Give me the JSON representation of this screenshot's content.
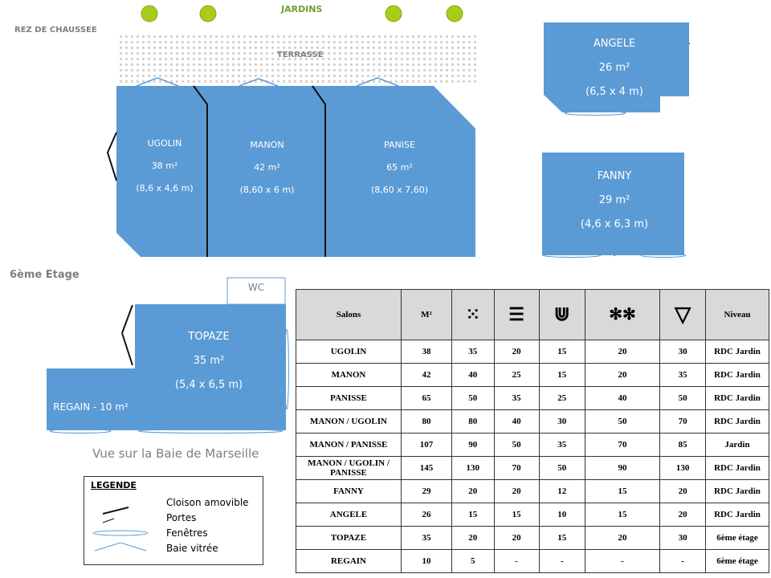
{
  "plan": {
    "ground_title": "REZ DE CHAUSSEE",
    "gardens": "JARDINS",
    "terrace": "TERRASSE",
    "floor6_title": "6ème Etage",
    "view": "Vue sur la Baie de Marseille",
    "rooms": [
      {
        "name": "UGOLIN",
        "area": "38 m²",
        "dims": "(8,6 x 4,6 m)"
      },
      {
        "name": "MANON",
        "area": "42 m²",
        "dims": "(8,60 x 6 m)"
      },
      {
        "name": "PANISE",
        "area": "65 m²",
        "dims": "(8,60 x 7,60)"
      },
      {
        "name": "ANGELE",
        "area": "26 m²",
        "dims": "(6,5 x 4 m)"
      },
      {
        "name": "FANNY",
        "area": "29 m²",
        "dims": "(4,6 x 6,3 m)"
      },
      {
        "name": "TOPAZE",
        "area": "35 m²",
        "dims": "(5,4 x 6,5 m)"
      },
      {
        "name": "REGAIN - 10 m²"
      },
      {
        "name": "WC"
      }
    ]
  },
  "legend": {
    "title": "LEGENDE",
    "items": [
      "Cloison amovible",
      "Portes",
      "Fenêtres",
      "Baie vitrée"
    ]
  },
  "table": {
    "headers": [
      "Salons",
      "M²",
      "theatre-icon",
      "classroom-icon",
      "u-shape-icon",
      "banquet-icon",
      "cocktail-icon",
      "Niveau"
    ],
    "rows": [
      [
        "UGOLIN",
        "38",
        "35",
        "20",
        "15",
        "20",
        "30",
        "RDC Jardin"
      ],
      [
        "MANON",
        "42",
        "40",
        "25",
        "15",
        "20",
        "35",
        "RDC Jardin"
      ],
      [
        "PANISSE",
        "65",
        "50",
        "35",
        "25",
        "40",
        "50",
        "RDC Jardin"
      ],
      [
        "MANON / UGOLIN",
        "80",
        "80",
        "40",
        "30",
        "50",
        "70",
        "RDC Jardin"
      ],
      [
        "MANON / PANISSE",
        "107",
        "90",
        "50",
        "35",
        "70",
        "85",
        "Jardin"
      ],
      [
        "MANON / UGOLIN / PANISSE",
        "145",
        "130",
        "70",
        "50",
        "90",
        "130",
        "RDC Jardin"
      ],
      [
        "FANNY",
        "29",
        "20",
        "20",
        "12",
        "15",
        "20",
        "RDC Jardin"
      ],
      [
        "ANGELE",
        "26",
        "15",
        "15",
        "10",
        "15",
        "20",
        "RDC Jardin"
      ],
      [
        "TOPAZE",
        "35",
        "20",
        "20",
        "15",
        "20",
        "30",
        "6ème étage"
      ],
      [
        "REGAIN",
        "10",
        "5",
        "-",
        "-",
        "-",
        "-",
        "6ème étage"
      ]
    ]
  },
  "colors": {
    "room": "#5b9bd5",
    "tree": "#9acd32"
  }
}
